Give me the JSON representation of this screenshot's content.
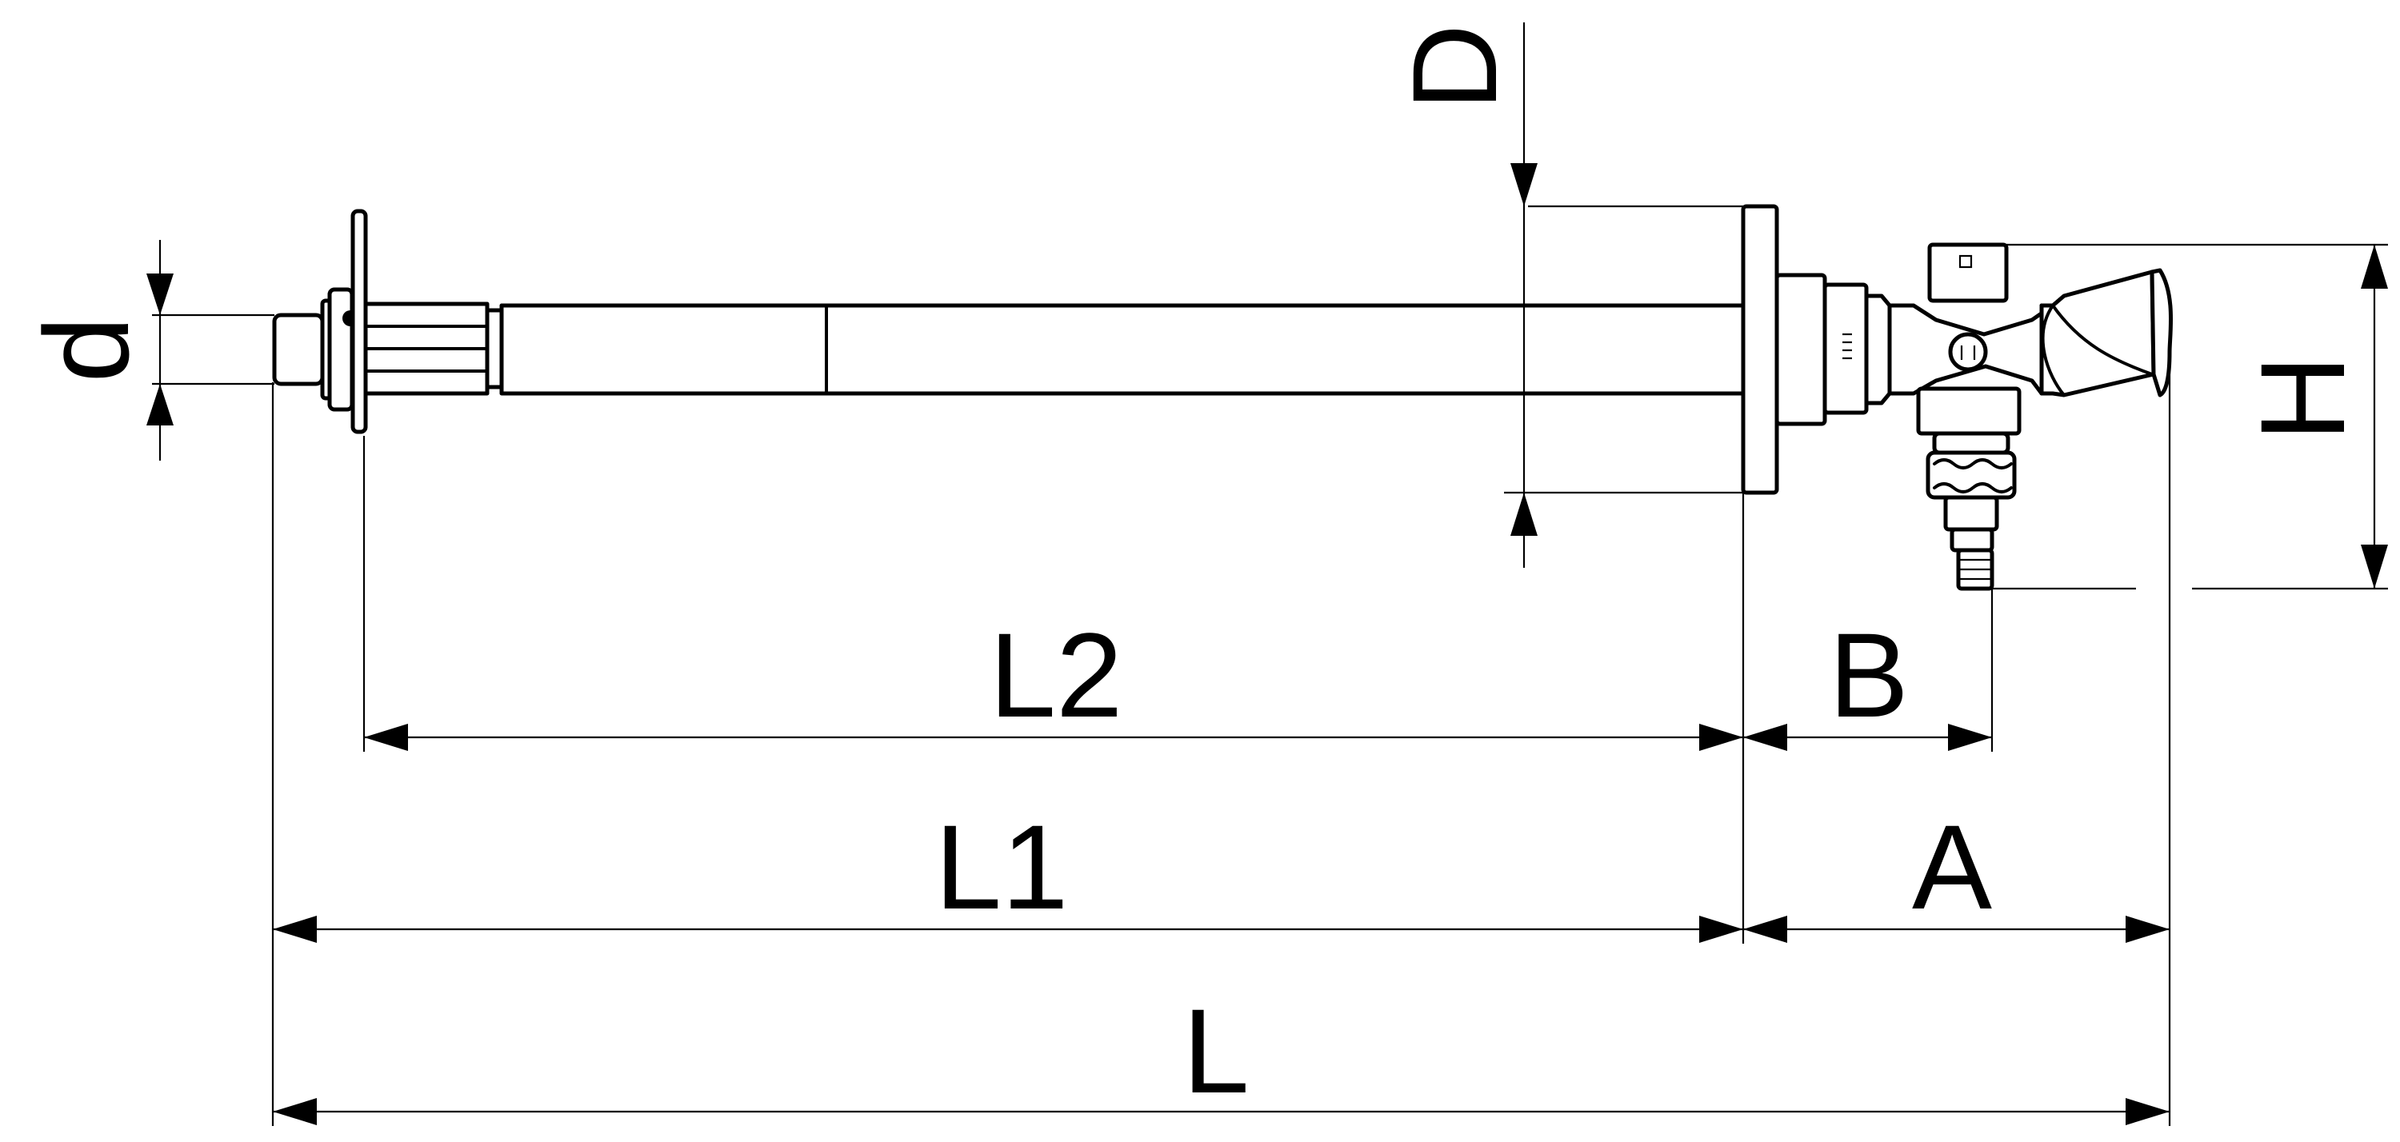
{
  "dimensions": {
    "L": "L",
    "L1": "L1",
    "L2": "L2",
    "A": "A",
    "B": "B",
    "D": "D",
    "H": "H",
    "d": "d"
  }
}
